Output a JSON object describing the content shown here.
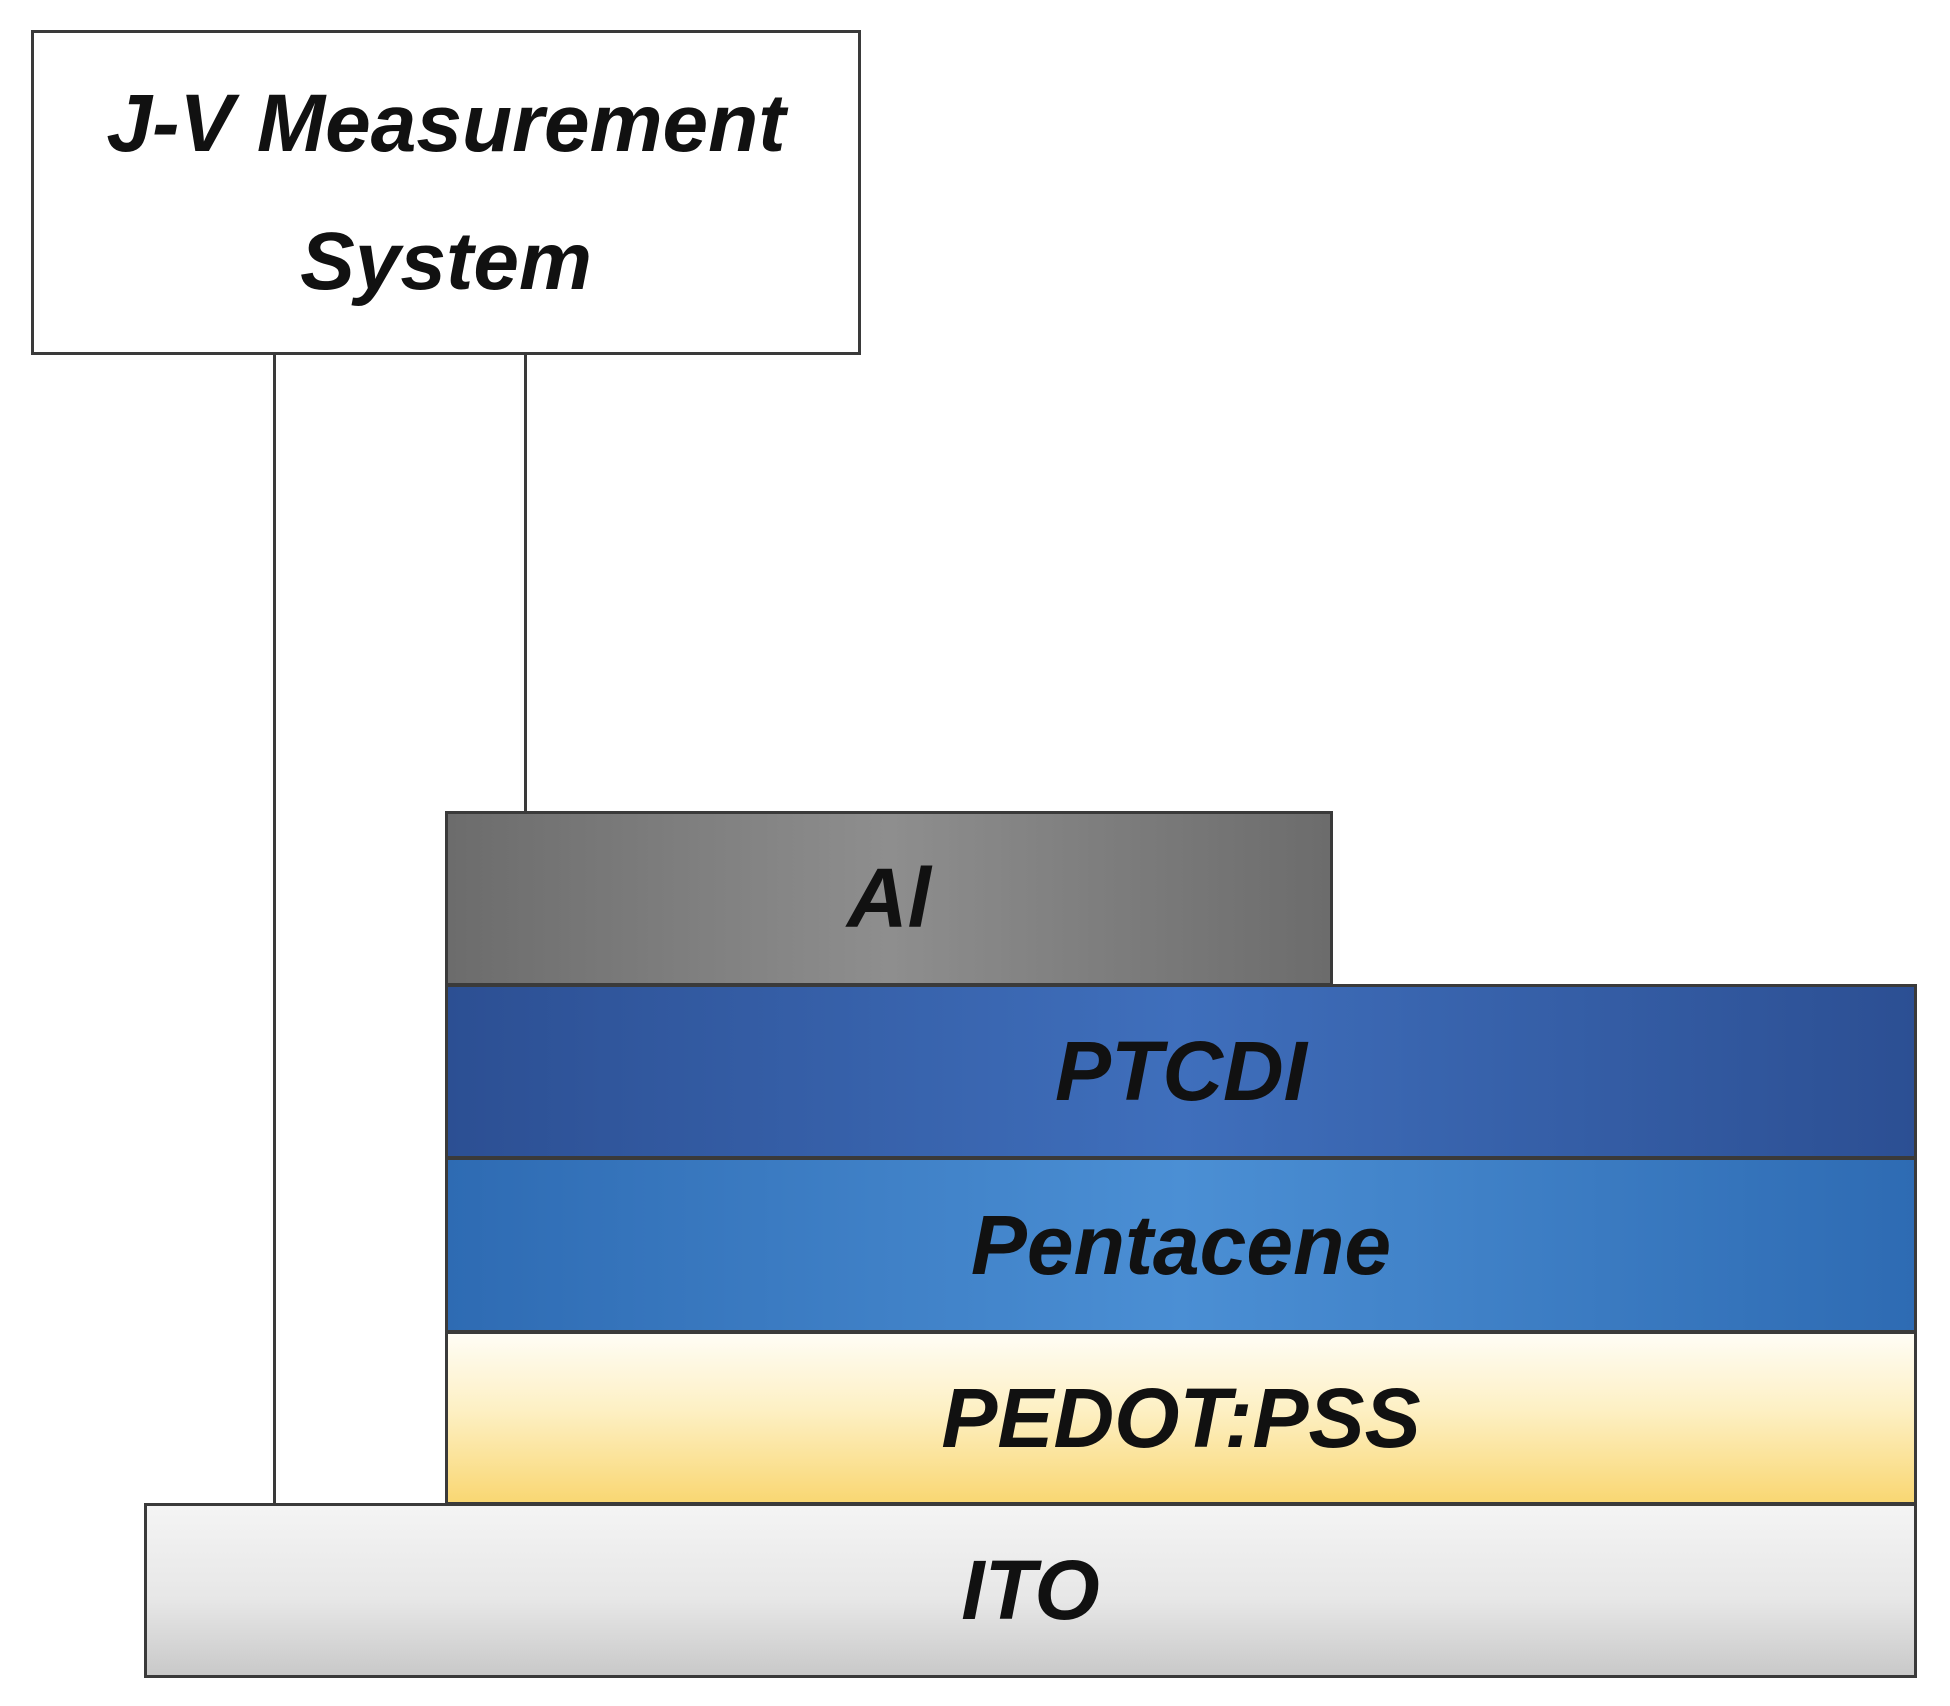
{
  "measurement_system": {
    "line1": "J-V Measurement",
    "line2": "System"
  },
  "layers": {
    "al": "Al",
    "ptcdi": "PTCDI",
    "pentacene": "Pentacene",
    "pedot": "PEDOT:PSS",
    "ito": "ITO"
  },
  "colors": {
    "al": "#8e8e8e",
    "ptcdi": "#3a5fa8",
    "pentacene": "#3f80c6",
    "pedot": "#fbe39a",
    "ito": "#dcdcdc"
  }
}
